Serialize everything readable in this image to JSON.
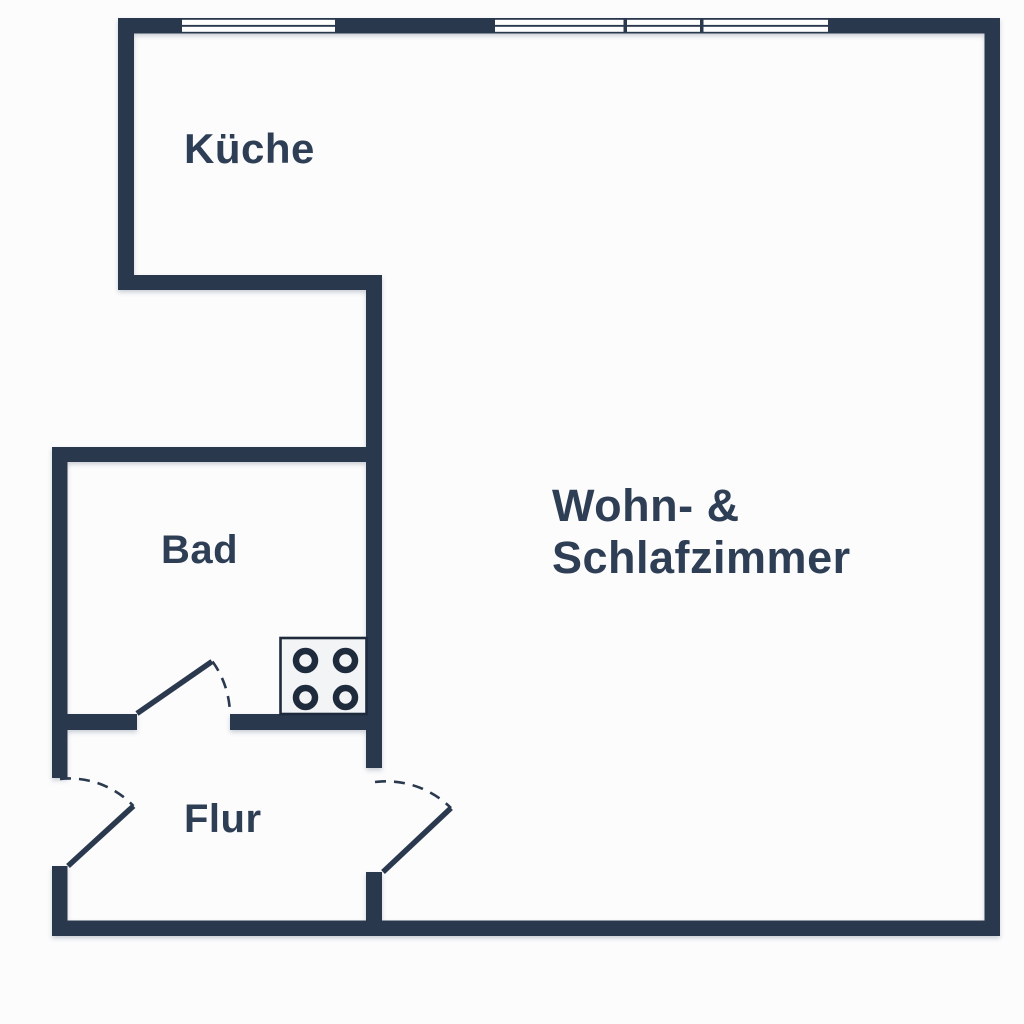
{
  "page": {
    "type": "floor-plan",
    "background": "#fcfcfd"
  },
  "colors": {
    "wall": "#2b394e",
    "label_text": "#2e3e55",
    "window_fill": "#ffffff",
    "stove_fill": "#f3f4f6",
    "stove_line": "#1e2b3d"
  },
  "rooms": {
    "kitchen": {
      "label": "Küche"
    },
    "bathroom": {
      "label": "Bad"
    },
    "living_bedroom": {
      "label_line1": "Wohn- &",
      "label_line2": "Schlafzimmer"
    },
    "hallway": {
      "label": "Flur"
    }
  },
  "icons": {
    "stove": "stove-cooktop-icon"
  },
  "features": {
    "windows": [
      "single-pane-window-top-left",
      "triple-pane-window-top-right"
    ],
    "doors": [
      "entry-door-left-wall",
      "bathroom-door",
      "hallway-to-living-door"
    ]
  }
}
